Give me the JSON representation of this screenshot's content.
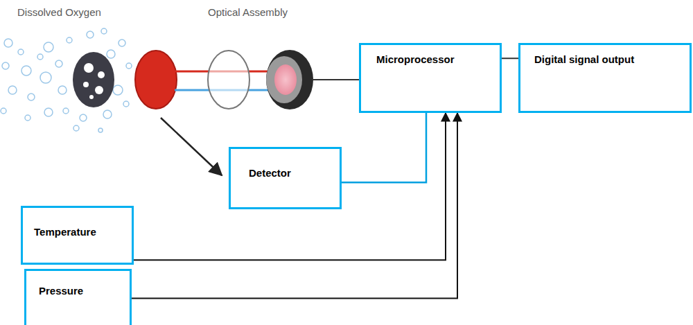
{
  "diagram": {
    "nodes": [
      {
        "text": [
          "Microprocessor"
        ]
      },
      {
        "text": [
          "Digital signal output"
        ]
      },
      {
        "text": [
          "Detector"
        ]
      },
      {
        "text": [
          "Temperature"
        ]
      },
      {
        "text": [
          "Pressure"
        ]
      }
    ],
    "edges": [
      {
        "from": 0,
        "to": 1,
        "arrow": "none"
      },
      {
        "from": 2,
        "to": 0,
        "arrow": "none"
      },
      {
        "from": 3,
        "to": 0,
        "arrow": "to"
      },
      {
        "from": 4,
        "to": 0,
        "arrow": "to"
      }
    ],
    "labels": [
      "Dissolved Oxygen",
      "Optical Assembly"
    ]
  }
}
